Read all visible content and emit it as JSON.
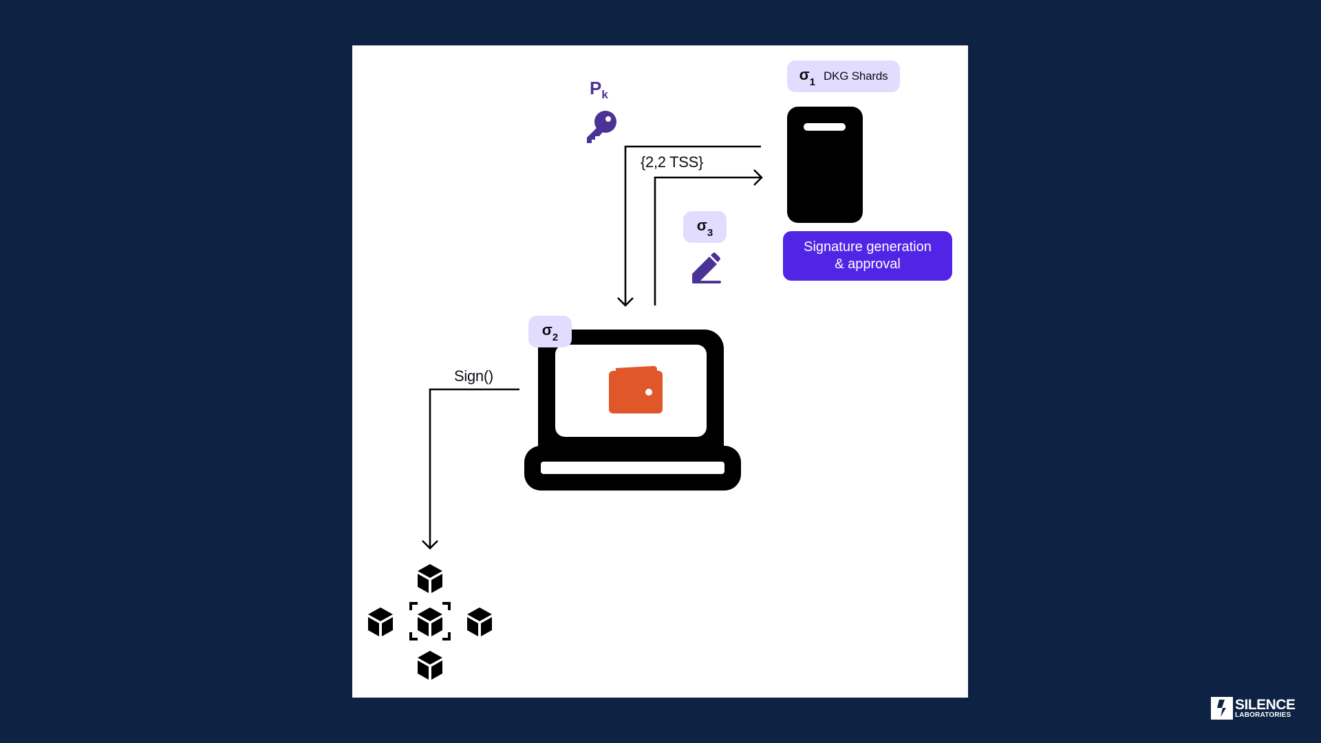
{
  "diagram": {
    "pk": {
      "letter": "P",
      "sub": "k"
    },
    "sigma1": {
      "symbol": "σ",
      "sub": "1",
      "text": "DKG Shards"
    },
    "sigma2": {
      "symbol": "σ",
      "sub": "2"
    },
    "sigma3": {
      "symbol": "σ",
      "sub": "3"
    },
    "tss_label": "{2,2 TSS}",
    "sign_label": "Sign()",
    "cta_line1": "Signature generation",
    "cta_line2": "& approval"
  },
  "branding": {
    "name": "SILENCE",
    "sub": "LABORATORIES"
  },
  "colors": {
    "background": "#0e2243",
    "accent": "#5125e6",
    "pill": "#e2dcff",
    "icon_purple": "#4a3296",
    "wallet": "#e0582a"
  },
  "icons": [
    "key-icon",
    "server-icon",
    "pencil-icon",
    "laptop-icon",
    "wallet-icon",
    "blockchain-network-icon"
  ]
}
